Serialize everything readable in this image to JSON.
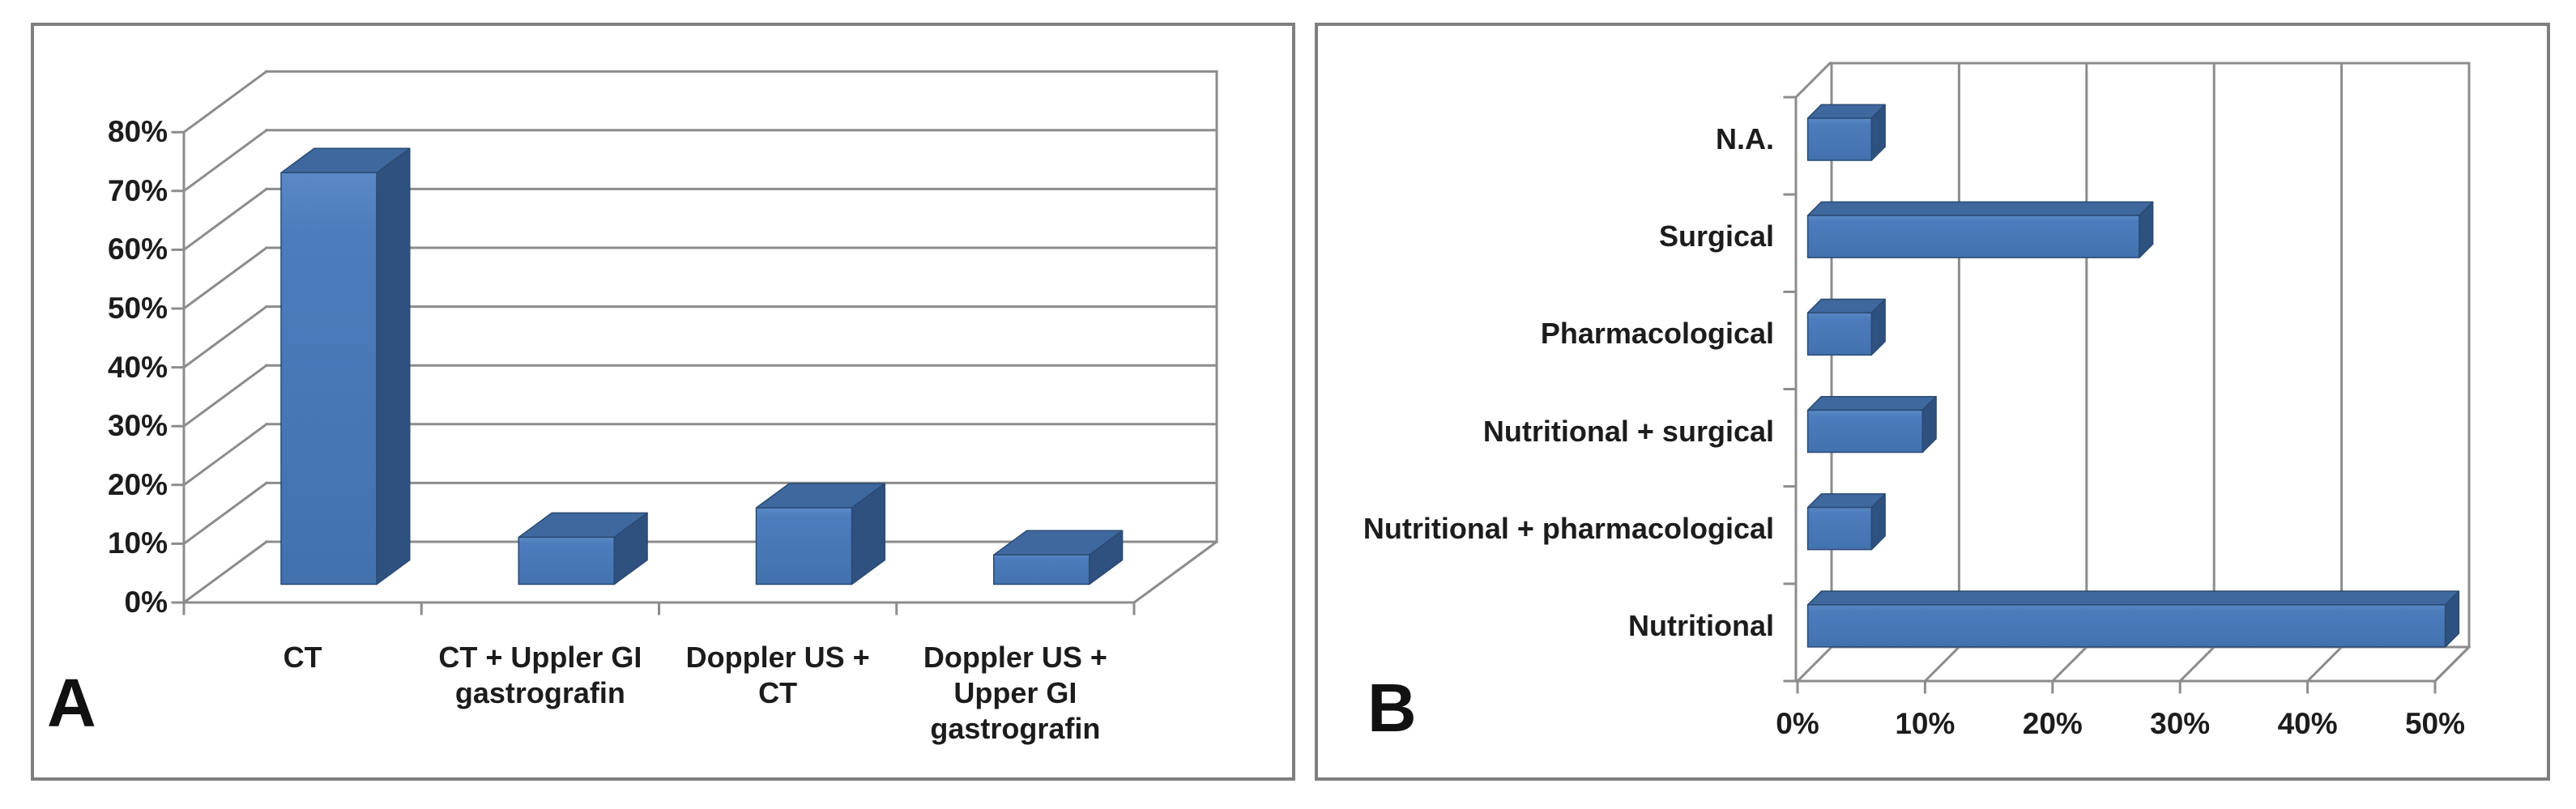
{
  "figure": {
    "panel_a_letter": "A",
    "panel_b_letter": "B"
  },
  "chart_data": [
    {
      "panel_label": "A",
      "type": "bar",
      "style": "3d",
      "orientation": "vertical",
      "title": "",
      "xlabel": "",
      "ylabel": "",
      "categories": [
        "CT",
        "CT + Uppler GI gastrografin",
        "Doppler US + CT",
        "Doppler US + Upper GI gastrografin"
      ],
      "category_lines": [
        [
          "CT"
        ],
        [
          "CT + Uppler GI",
          "gastrografin"
        ],
        [
          "Doppler US +",
          "CT"
        ],
        [
          "Doppler US +",
          "Upper GI",
          "gastrografin"
        ]
      ],
      "values": [
        70,
        8,
        13,
        5
      ],
      "unit": "%",
      "value_ticks": [
        "0%",
        "10%",
        "20%",
        "30%",
        "40%",
        "50%",
        "60%",
        "70%",
        "80%"
      ],
      "value_tick_numbers": [
        0,
        10,
        20,
        30,
        40,
        50,
        60,
        70,
        80
      ],
      "value_axis_range": [
        0,
        80
      ],
      "grid": true,
      "legend": false
    },
    {
      "panel_label": "B",
      "type": "bar",
      "style": "3d",
      "orientation": "horizontal",
      "title": "",
      "xlabel": "",
      "ylabel": "",
      "categories": [
        "N.A.",
        "Surgical",
        "Pharmacological",
        "Nutritional + surgical",
        "Nutritional + pharmacological",
        "Nutritional"
      ],
      "values": [
        5,
        26,
        5,
        9,
        5,
        50
      ],
      "unit": "%",
      "value_ticks": [
        "0%",
        "10%",
        "20%",
        "30%",
        "40%",
        "50%"
      ],
      "value_tick_numbers": [
        0,
        10,
        20,
        30,
        40,
        50
      ],
      "value_axis_range": [
        0,
        50
      ],
      "grid": true,
      "legend": false
    }
  ],
  "colors": {
    "bar_front": "#4C7CBC",
    "bar_front_light": "#5B89C6",
    "bar_front_dark": "#4272AE",
    "bar_top": "#3E689E",
    "bar_side": "#2F5180",
    "bar_outline": "#2A4A72",
    "gridline": "#8C8C8C",
    "text": "#1C1C1C",
    "panel_border": "#7F7F7F",
    "background": "#FFFFFF"
  }
}
